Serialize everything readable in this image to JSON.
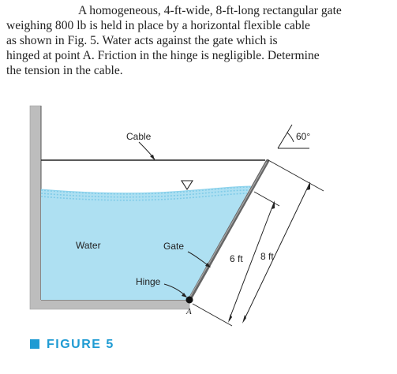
{
  "problem": {
    "lines": [
      "A homogeneous, 4-ft-wide, 8-ft-long rectangular gate",
      "weighing 800 lb is held in place by a horizontal flexible cable",
      "as shown in Fig. 5.     Water acts against the gate which is",
      "hinged at point A. Friction in the hinge is negligible. Determine",
      "the tension in the cable."
    ]
  },
  "figure": {
    "labels": {
      "cable": "Cable",
      "water": "Water",
      "gate": "Gate",
      "hinge": "Hinge",
      "hinge_point": "A",
      "depth": "6 ft",
      "length": "8 ft",
      "angle": "60°"
    },
    "colors": {
      "water": "#aee0f2",
      "water_surface": "#7fcbe8",
      "wall": "#bdbdbd",
      "caption": "#1f9bd3"
    },
    "caption": "FIGURE 5"
  }
}
